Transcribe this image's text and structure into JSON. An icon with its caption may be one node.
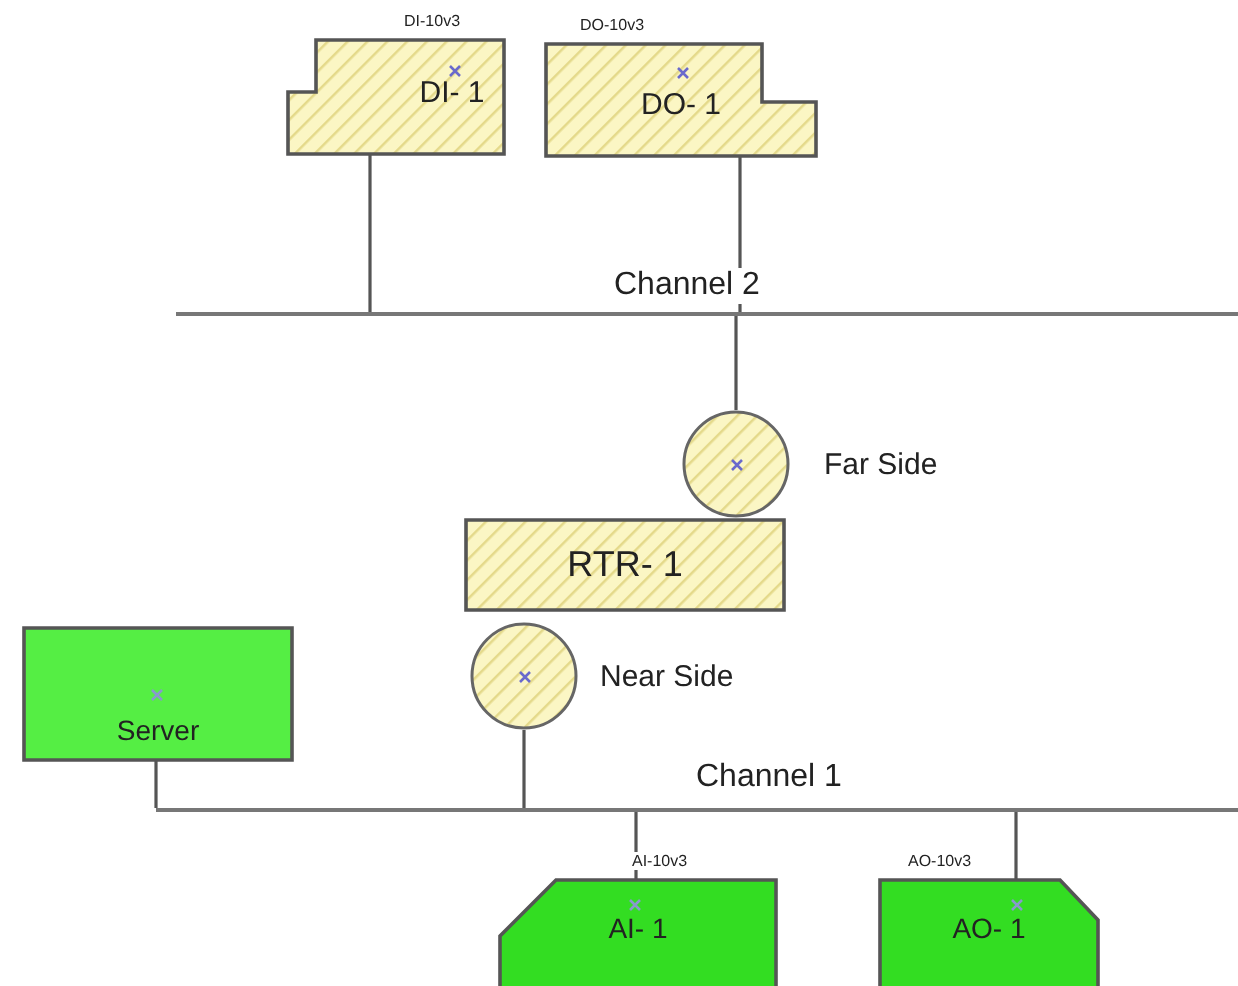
{
  "diagram": {
    "nodes": [
      {
        "text": [
          "DI- 1"
        ],
        "beside": [
          "DI-10v3"
        ]
      },
      {
        "text": [
          "DO- 1"
        ],
        "beside": [
          "DO-10v3"
        ]
      },
      {
        "text": [],
        "shape": "bar",
        "beside": [
          "Channel 2"
        ]
      },
      {
        "text": [],
        "shape": "circle",
        "beside": [
          "Far Side"
        ]
      },
      {
        "text": [
          "RTR- 1"
        ]
      },
      {
        "text": [],
        "shape": "circle",
        "beside": [
          "Near Side"
        ]
      },
      {
        "text": [
          "Server"
        ]
      },
      {
        "text": [],
        "shape": "bar",
        "beside": [
          "Channel 1"
        ]
      },
      {
        "text": [
          "AI- 1"
        ],
        "beside": [
          "AI-10v3"
        ]
      },
      {
        "text": [
          "AO- 1"
        ],
        "beside": [
          "AO-10v3"
        ]
      }
    ],
    "edges": [
      {
        "from": 0,
        "to": 2,
        "arrow": "none"
      },
      {
        "from": 1,
        "to": 2,
        "arrow": "none"
      },
      {
        "from": 2,
        "to": 3,
        "arrow": "none"
      },
      {
        "from": 5,
        "to": 7,
        "arrow": "none"
      },
      {
        "from": 6,
        "to": 7,
        "arrow": "none"
      },
      {
        "from": 7,
        "to": 8,
        "arrow": "none"
      },
      {
        "from": 7,
        "to": 9,
        "arrow": "none"
      }
    ]
  }
}
